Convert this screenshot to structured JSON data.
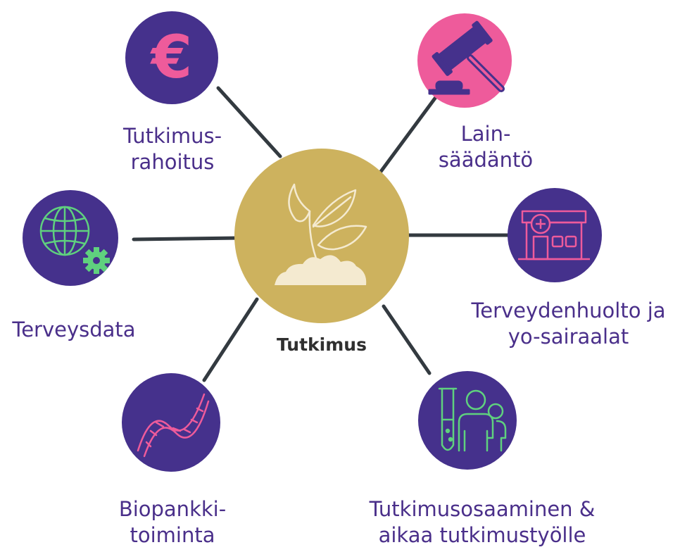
{
  "center": {
    "label": "Tutkimus",
    "icon": "sprout-icon",
    "color": "#cdb25e",
    "icon_color": "#f4ead0"
  },
  "colors": {
    "node": "#45318c",
    "connector": "#333a40",
    "pink": "#ee5b9b",
    "green": "#5fd17e"
  },
  "nodes": [
    {
      "id": "tutkimusrahoitus",
      "icon": "euro-icon",
      "lines": [
        "Tutkimus-",
        "rahoitus"
      ]
    },
    {
      "id": "lainsaadanto",
      "icon": "gavel-icon",
      "lines": [
        "Lain-",
        "säädäntö"
      ]
    },
    {
      "id": "terveysdata",
      "icon": "globe-gear-icon",
      "lines": [
        "Terveysdata"
      ]
    },
    {
      "id": "terveydenhuolto",
      "icon": "hospital-icon",
      "lines": [
        "Terveydenhuolto ja",
        "yo-sairaalat"
      ]
    },
    {
      "id": "biopankkitoiminta",
      "icon": "dna-icon",
      "lines": [
        "Biopankki-",
        "toiminta"
      ]
    },
    {
      "id": "tutkimusosaaminen",
      "icon": "test-tube-people-icon",
      "lines": [
        "Tutkimusosaaminen &",
        "aikaa tutkimustyölle"
      ]
    }
  ]
}
